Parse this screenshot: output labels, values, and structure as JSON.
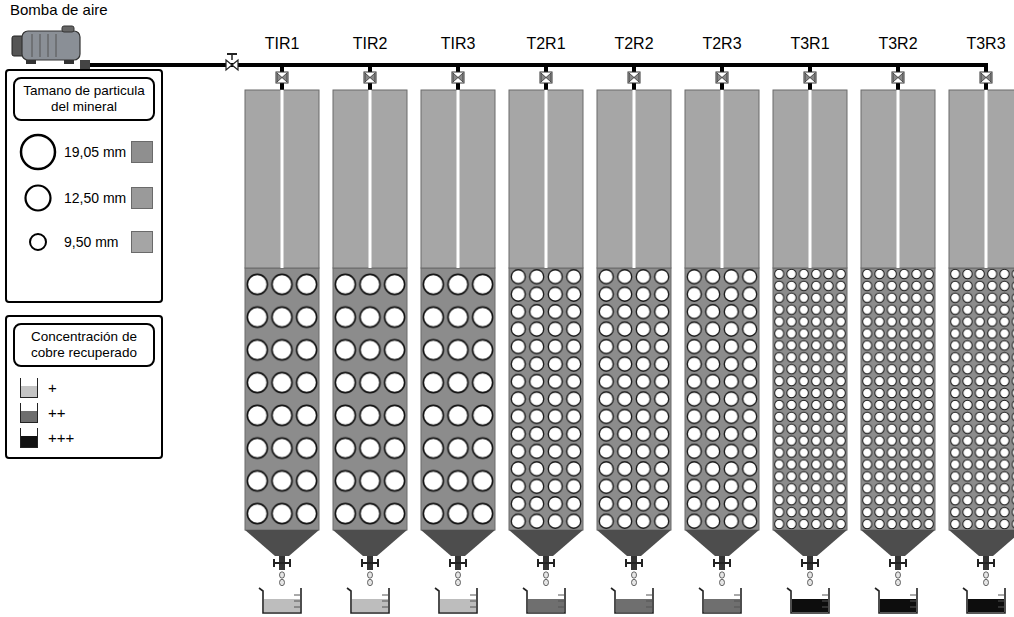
{
  "diagram": {
    "nodes": [
      {
        "text": [
          "Bomba de aire"
        ]
      },
      {
        "text": [
          "TIR1"
        ]
      },
      {
        "text": [
          "TIR2"
        ]
      },
      {
        "text": [
          "TIR3"
        ]
      },
      {
        "text": [
          "T2R1"
        ]
      },
      {
        "text": [
          "T2R2"
        ]
      },
      {
        "text": [
          "T2R3"
        ]
      },
      {
        "text": [
          "T3R1"
        ]
      },
      {
        "text": [
          "T3R2"
        ]
      },
      {
        "text": [
          "T3R3"
        ]
      },
      {
        "text": [
          "Tamano de particula del mineral"
        ]
      },
      {
        "text": [
          "Concentración de cobre recuperado"
        ]
      }
    ],
    "edges": [
      {
        "from": 0,
        "to": 1,
        "arrow": "none"
      },
      {
        "from": 0,
        "to": 2,
        "arrow": "none"
      },
      {
        "from": 0,
        "to": 3,
        "arrow": "none"
      },
      {
        "from": 0,
        "to": 4,
        "arrow": "none"
      },
      {
        "from": 0,
        "to": 5,
        "arrow": "none"
      },
      {
        "from": 0,
        "to": 6,
        "arrow": "none"
      },
      {
        "from": 0,
        "to": 7,
        "arrow": "none"
      },
      {
        "from": 0,
        "to": 8,
        "arrow": "none"
      },
      {
        "from": 0,
        "to": 9,
        "arrow": "none"
      }
    ],
    "legend": [
      {
        "text": "19,05 mm",
        "color": "#8f8f8f"
      },
      {
        "text": "12,50 mm",
        "color": "#9a9a9a"
      },
      {
        "text": "9,50 mm",
        "color": "#a5a5a5"
      },
      {
        "text": "+",
        "color": "#c4c4c4"
      },
      {
        "text": "++",
        "color": "#6e6e6e"
      },
      {
        "text": "+++",
        "color": "#111111"
      }
    ]
  }
}
